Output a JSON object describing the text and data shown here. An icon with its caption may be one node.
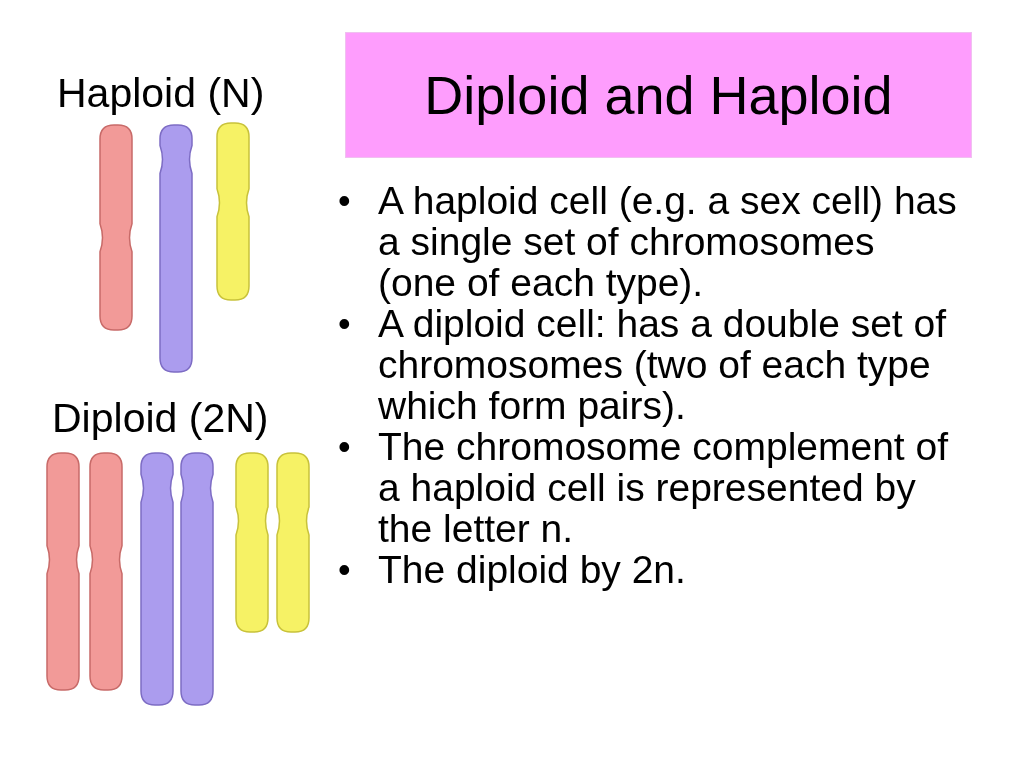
{
  "diagram": {
    "title": "Diploid and Haploid",
    "labels": [
      "Haploid (N)",
      "Diploid (2N)",
      "•",
      "A haploid cell (e.g. a sex cell) has a single set of chromosomes (one of each type).",
      "•",
      "A diploid cell: has a double set of chromosomes (two of each type which form pairs).",
      "•",
      "The chromosome complement of a haploid cell is represented by the letter n.",
      "•",
      "The diploid by 2n."
    ]
  }
}
